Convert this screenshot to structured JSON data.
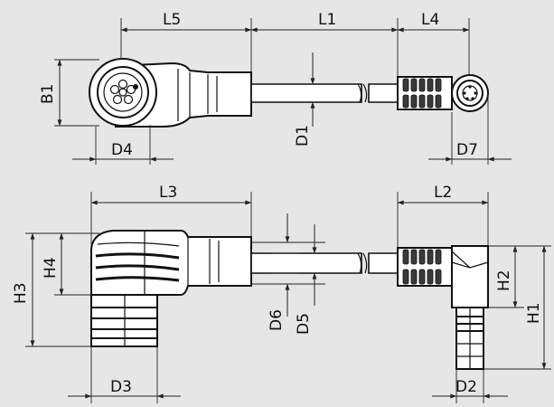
{
  "labels": {
    "L1": "L1",
    "L2": "L2",
    "L3": "L3",
    "L4": "L4",
    "L5": "L5",
    "B1": "B1",
    "D1": "D1",
    "D2": "D2",
    "D3": "D3",
    "D4": "D4",
    "D5": "D5",
    "D6": "D6",
    "D7": "D7",
    "H1": "H1",
    "H2": "H2",
    "H3": "H3",
    "H4": "H4"
  }
}
